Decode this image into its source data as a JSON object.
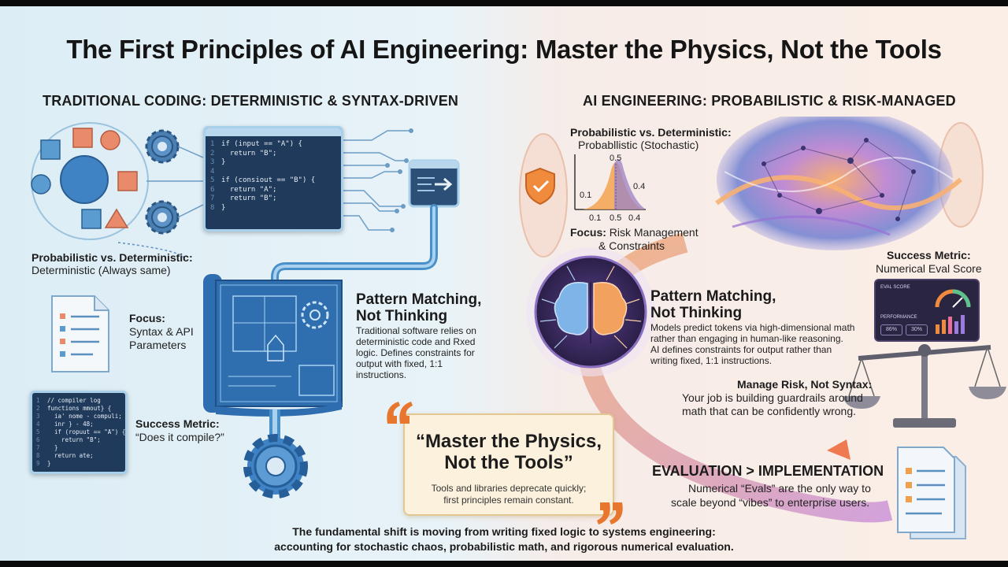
{
  "title": "The First Principles of AI Engineering: Master the Physics, Not the Tools",
  "left": {
    "header": "TRADITIONAL CODING: DETERMINISTIC & SYNTAX-DRIVEN",
    "prob_label": "Probabilistic vs. Deterministic:",
    "prob_value": "Deterministic (Always same)",
    "focus_label": "Focus:",
    "focus_value_1": "Syntax & API",
    "focus_value_2": "Parameters",
    "success_label": "Success Metric:",
    "success_value": "“Does it compile?”",
    "pattern_title_1": "Pattern Matching,",
    "pattern_title_2": "Not Thinking",
    "pattern_body": [
      "Traditional software relies on",
      "deterministic code and Rxed",
      "logic. Defines constraints for",
      "output with fixed, 1:1",
      "instructions."
    ],
    "code_main": [
      "if (input == \"A\") {",
      "  return \"B\";",
      "}",
      "",
      "if (consiout == \"B\") {",
      "  return \"A\";",
      "  return \"B\";",
      "}"
    ],
    "code_log": [
      "// compiler log",
      "functions mmout} {",
      "  ia' nome - compuli;",
      "  inr } - 48;",
      "  if (ropuut == \"A\") {",
      "    return \"B\";",
      "  }",
      "  return ate;",
      "}"
    ]
  },
  "right": {
    "header": "AI ENGINEERING: PROBABILISTIC & RISK-MANAGED",
    "prob_label": "Probabilistic vs. Deterministic:",
    "prob_value": "Probabllistic (Stochastic)",
    "dist_labels": [
      "0.5",
      "0.1",
      "0.4"
    ],
    "dist_ticks": [
      "0.1",
      "0.5",
      "0.4"
    ],
    "focus_label": "Focus:",
    "focus_value_1": "Risk Management",
    "focus_value_2": "& Constraints",
    "success_label": "Success Metric:",
    "success_value": "Numerical Eval Score",
    "dash_title": "EVAL SCORE",
    "dash_perf": "PERFORMANCE",
    "dash_chip_1": "86%",
    "dash_chip_2": "30%",
    "pattern_title_1": "Pattern Matching,",
    "pattern_title_2": "Not Thinking",
    "pattern_body": [
      "Models predict tokens via high-dimensional math",
      "rather than engaging in human-like reasoning.",
      "AI defines constraints for output rather than",
      "writing fixed, 1:1 instructions."
    ],
    "risk_label": "Manage Risk, Not Syntax:",
    "risk_body_1": "Your job is building guardrails around",
    "risk_body_2": "math that can be confidently wrong.",
    "eval_title": "EVALUATION > IMPLEMENTATION",
    "eval_body_1": "Numerical “Evals” are the only way to",
    "eval_body_2": "scale beyond “vibes” to enterprise users."
  },
  "quote": {
    "title_1": "“Master the Physics,",
    "title_2": "Not the Tools”",
    "sub_1": "Tools and libraries deprecate quickly;",
    "sub_2": "first principles remain constant."
  },
  "footer": {
    "line_1": "The fundamental shift is moving from writing fixed logic to systems engineering:",
    "line_2": "accounting for stochastic chaos, probabilistic math, and rigorous numerical evaluation."
  },
  "colors": {
    "blue_accent": "#2f6fb0",
    "code_bg": "#1f3a5a",
    "orange_accent": "#f08a3c",
    "purple_accent": "#7b5aa6",
    "quote_bg": "#fbf1dc"
  }
}
